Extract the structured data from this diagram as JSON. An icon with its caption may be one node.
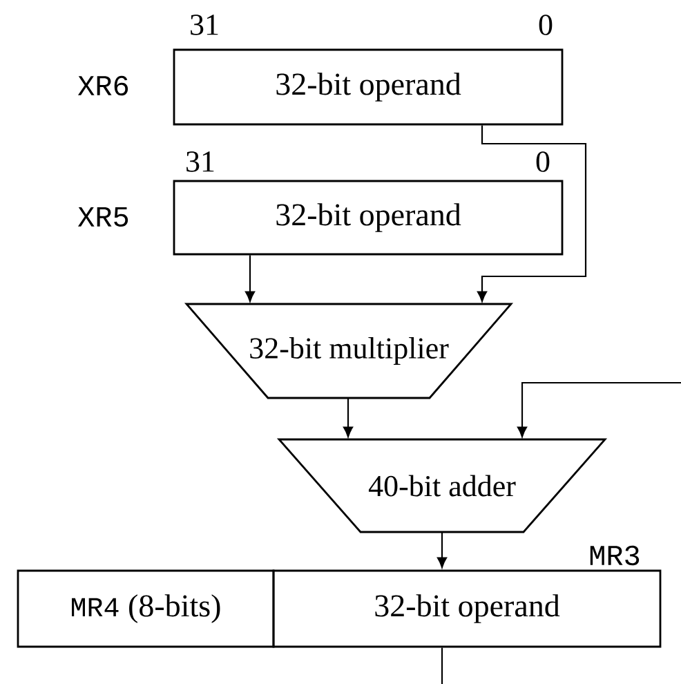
{
  "diagram": {
    "nodes": [
      {
        "text": [
          "32-bit operand"
        ],
        "beside": [
          "XR6",
          "31",
          "0"
        ]
      },
      {
        "text": [
          "32-bit operand"
        ],
        "beside": [
          "XR5",
          "31",
          "0"
        ]
      },
      {
        "text": [
          "32-bit multiplier"
        ]
      },
      {
        "text": [
          "40-bit adder"
        ]
      },
      {
        "text": [
          "MR4",
          "(8-bits)"
        ]
      },
      {
        "text": [
          "32-bit operand"
        ],
        "beside": [
          "MR3"
        ]
      }
    ],
    "edges": [
      {
        "from": 0,
        "to": 2,
        "arrow": "to"
      },
      {
        "from": 1,
        "to": 2,
        "arrow": "to"
      },
      {
        "from": 2,
        "to": 3,
        "arrow": "to"
      },
      {
        "from": null,
        "to": 3,
        "arrow": "to"
      },
      {
        "from": 3,
        "to": 5,
        "arrow": "to"
      },
      {
        "from": 5,
        "to": null,
        "arrow": "none"
      }
    ]
  }
}
